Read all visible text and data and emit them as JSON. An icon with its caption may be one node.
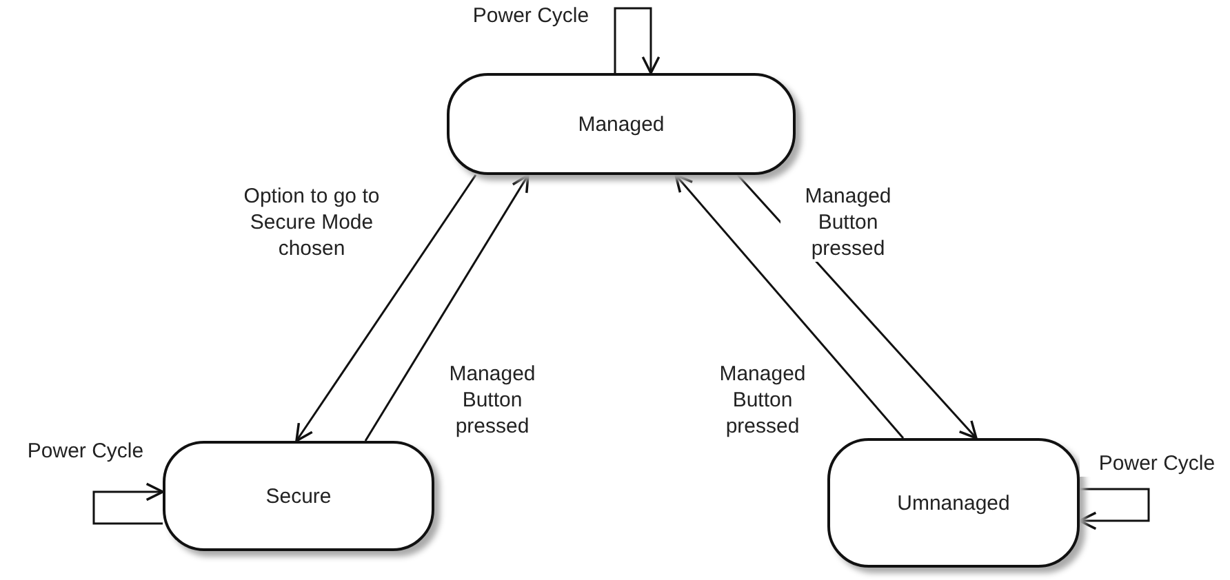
{
  "diagram": {
    "nodes": [
      {
        "text": [
          "Managed"
        ]
      },
      {
        "text": [
          "Secure"
        ]
      },
      {
        "text": [
          "Umnanaged"
        ]
      }
    ],
    "edges": [
      {
        "from": 0,
        "to": 0,
        "arrow": "to",
        "label": "Power Cycle"
      },
      {
        "from": 0,
        "to": 1,
        "arrow": "to",
        "label": "Option to go to Secure Mode chosen"
      },
      {
        "from": 1,
        "to": 0,
        "arrow": "to",
        "label": "Managed Button pressed"
      },
      {
        "from": 0,
        "to": 2,
        "arrow": "to",
        "label": "Managed Button pressed"
      },
      {
        "from": 2,
        "to": 0,
        "arrow": "to",
        "label": "Managed Button pressed"
      },
      {
        "from": 1,
        "to": 1,
        "arrow": "to",
        "label": "Power Cycle"
      },
      {
        "from": 2,
        "to": 2,
        "arrow": "to",
        "label": "Power Cycle"
      }
    ]
  }
}
